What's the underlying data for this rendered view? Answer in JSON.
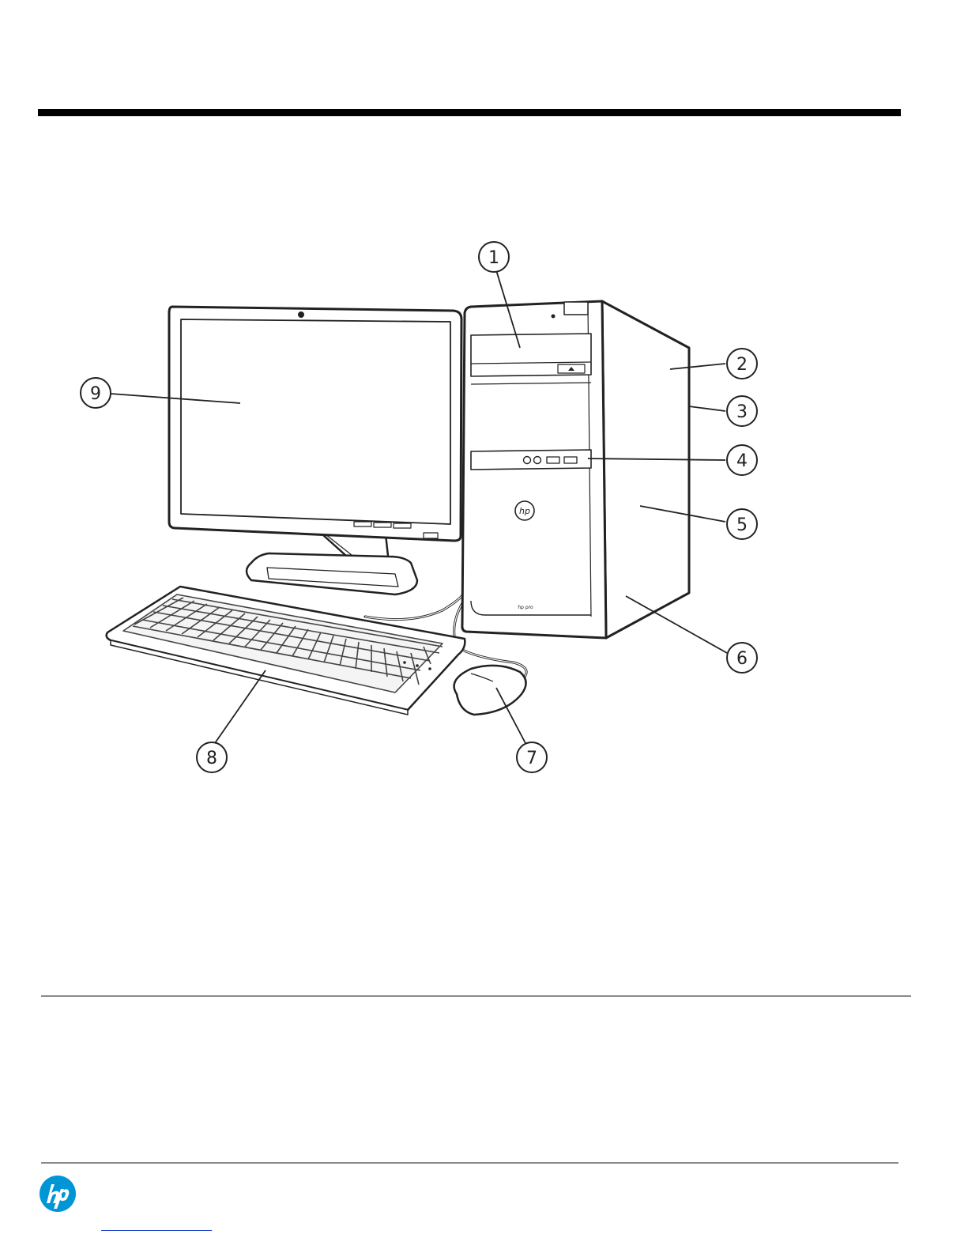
{
  "callouts": [
    {
      "number": "1"
    },
    {
      "number": "2"
    },
    {
      "number": "3"
    },
    {
      "number": "4"
    },
    {
      "number": "5"
    },
    {
      "number": "6"
    },
    {
      "number": "7"
    },
    {
      "number": "8"
    },
    {
      "number": "9"
    }
  ],
  "tower": {
    "brand_mark": "hp",
    "model_text": "hp pro"
  },
  "colors": {
    "rule": "#000000",
    "divider": "#8a8a8a",
    "brand_blue": "#0096d6",
    "link": "#1a3fc9"
  },
  "icons": [
    "hp-logo-icon",
    "webcam-icon",
    "eject-icon"
  ]
}
